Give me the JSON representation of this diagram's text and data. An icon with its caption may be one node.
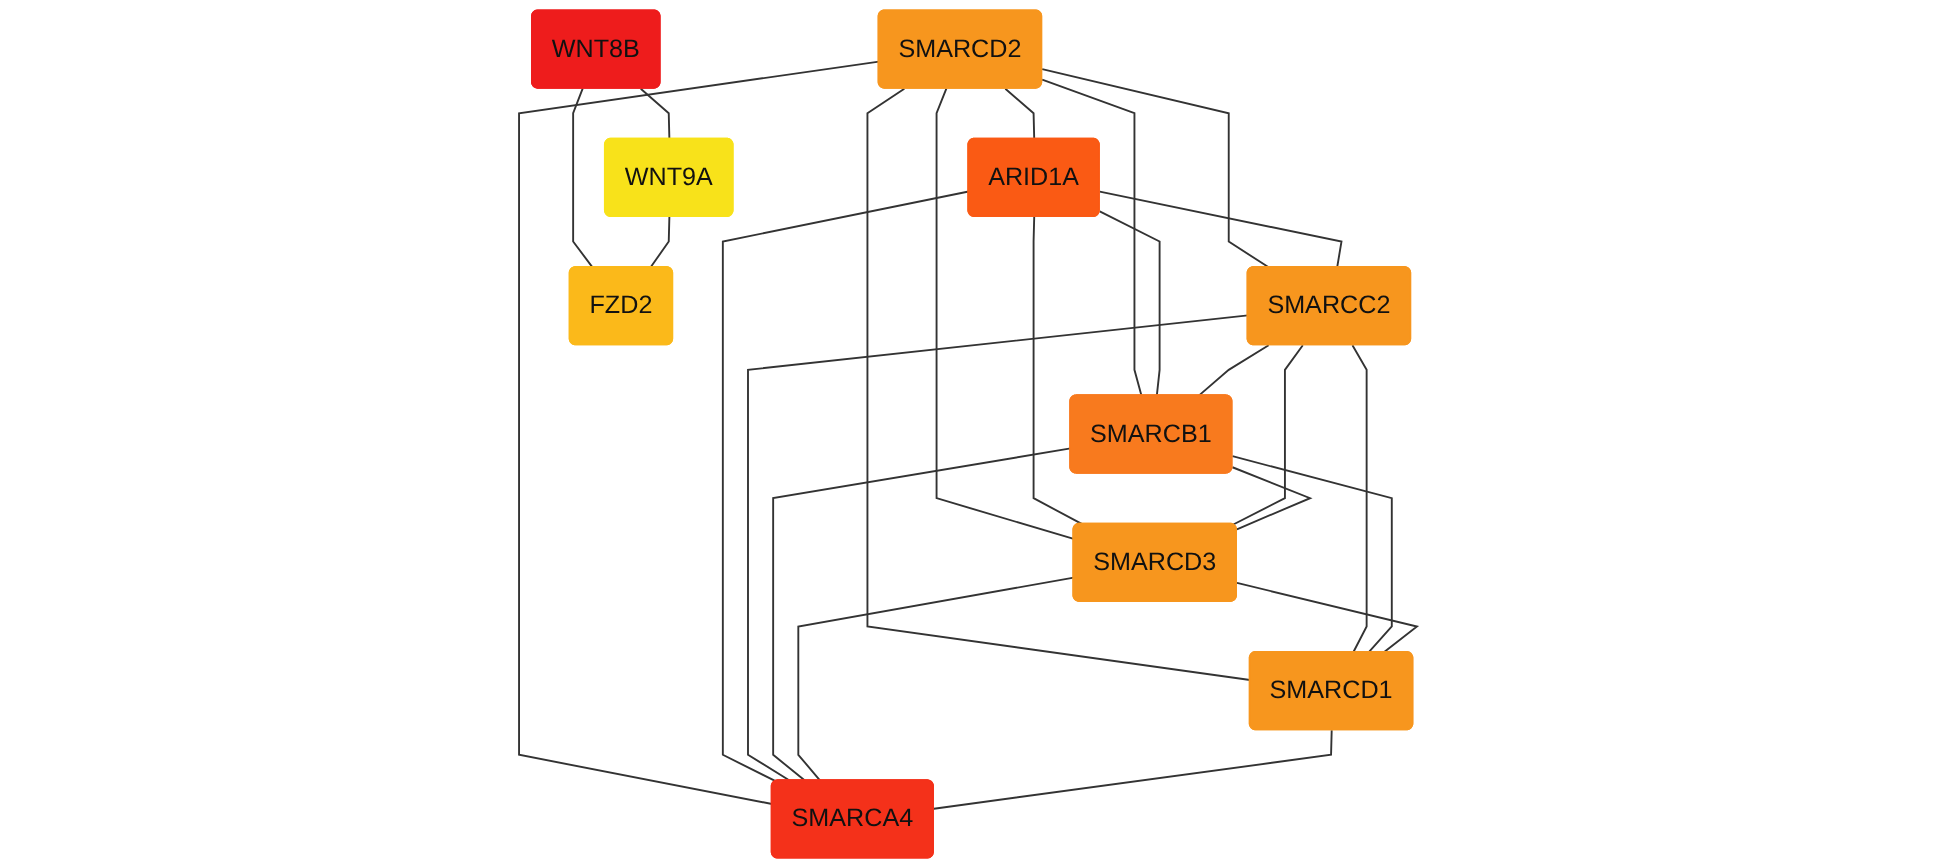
{
  "diagram": {
    "nodes": [
      {
        "text": [
          "SMARCD2"
        ]
      },
      {
        "text": [
          "ARID1A"
        ]
      },
      {
        "text": [
          "SMARCC2"
        ]
      },
      {
        "text": [
          "SMARCB1"
        ]
      },
      {
        "text": [
          "SMARCD3"
        ]
      },
      {
        "text": [
          "SMARCD1"
        ]
      },
      {
        "text": [
          "SMARCA4"
        ]
      },
      {
        "text": [
          "WNT8B"
        ]
      },
      {
        "text": [
          "WNT9A"
        ]
      },
      {
        "text": [
          "FZD2"
        ]
      }
    ],
    "edges": [
      {
        "from": 0,
        "to": 1,
        "arrow": "none"
      },
      {
        "from": 0,
        "to": 2,
        "arrow": "none"
      },
      {
        "from": 0,
        "to": 3,
        "arrow": "none"
      },
      {
        "from": 0,
        "to": 4,
        "arrow": "none"
      },
      {
        "from": 0,
        "to": 5,
        "arrow": "none"
      },
      {
        "from": 0,
        "to": 6,
        "arrow": "none"
      },
      {
        "from": 1,
        "to": 2,
        "arrow": "none"
      },
      {
        "from": 1,
        "to": 3,
        "arrow": "none"
      },
      {
        "from": 1,
        "to": 4,
        "arrow": "none"
      },
      {
        "from": 1,
        "to": 6,
        "arrow": "none"
      },
      {
        "from": 2,
        "to": 3,
        "arrow": "none"
      },
      {
        "from": 2,
        "to": 4,
        "arrow": "none"
      },
      {
        "from": 2,
        "to": 5,
        "arrow": "none"
      },
      {
        "from": 2,
        "to": 6,
        "arrow": "none"
      },
      {
        "from": 3,
        "to": 4,
        "arrow": "none"
      },
      {
        "from": 3,
        "to": 5,
        "arrow": "none"
      },
      {
        "from": 3,
        "to": 6,
        "arrow": "none"
      },
      {
        "from": 4,
        "to": 5,
        "arrow": "none"
      },
      {
        "from": 4,
        "to": 6,
        "arrow": "none"
      },
      {
        "from": 5,
        "to": 6,
        "arrow": "none"
      },
      {
        "from": 7,
        "to": 8,
        "arrow": "none"
      },
      {
        "from": 7,
        "to": 9,
        "arrow": "none"
      },
      {
        "from": 8,
        "to": 9,
        "arrow": "none"
      }
    ]
  }
}
